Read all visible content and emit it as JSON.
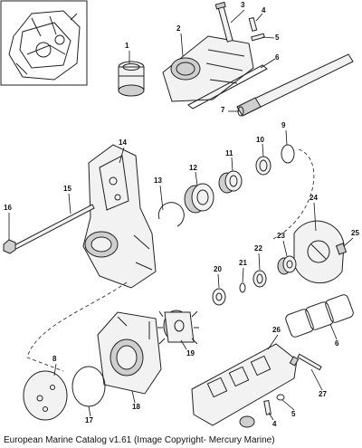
{
  "figure": {
    "caption": "European Marine Catalog v1.61 (Image Copyright- Mercury Marine)"
  },
  "callouts": [
    {
      "id": "c1",
      "label": "1"
    },
    {
      "id": "c2",
      "label": "2"
    },
    {
      "id": "c3",
      "label": "3"
    },
    {
      "id": "c4a",
      "label": "4"
    },
    {
      "id": "c5a",
      "label": "5"
    },
    {
      "id": "c6a",
      "label": "6"
    },
    {
      "id": "c7",
      "label": "7"
    },
    {
      "id": "c8",
      "label": "8"
    },
    {
      "id": "c9",
      "label": "9"
    },
    {
      "id": "c10",
      "label": "10"
    },
    {
      "id": "c11",
      "label": "11"
    },
    {
      "id": "c12",
      "label": "12"
    },
    {
      "id": "c13",
      "label": "13"
    },
    {
      "id": "c14",
      "label": "14"
    },
    {
      "id": "c15",
      "label": "15"
    },
    {
      "id": "c16",
      "label": "16"
    },
    {
      "id": "c17",
      "label": "17"
    },
    {
      "id": "c18",
      "label": "18"
    },
    {
      "id": "c19",
      "label": "19"
    },
    {
      "id": "c20",
      "label": "20"
    },
    {
      "id": "c21",
      "label": "21"
    },
    {
      "id": "c22",
      "label": "22"
    },
    {
      "id": "c23",
      "label": "23"
    },
    {
      "id": "c24",
      "label": "24"
    },
    {
      "id": "c25",
      "label": "25"
    },
    {
      "id": "c26",
      "label": "26"
    },
    {
      "id": "c27",
      "label": "27"
    },
    {
      "id": "c6b",
      "label": "6"
    },
    {
      "id": "c5b",
      "label": "5"
    },
    {
      "id": "c4b",
      "label": "4"
    }
  ]
}
